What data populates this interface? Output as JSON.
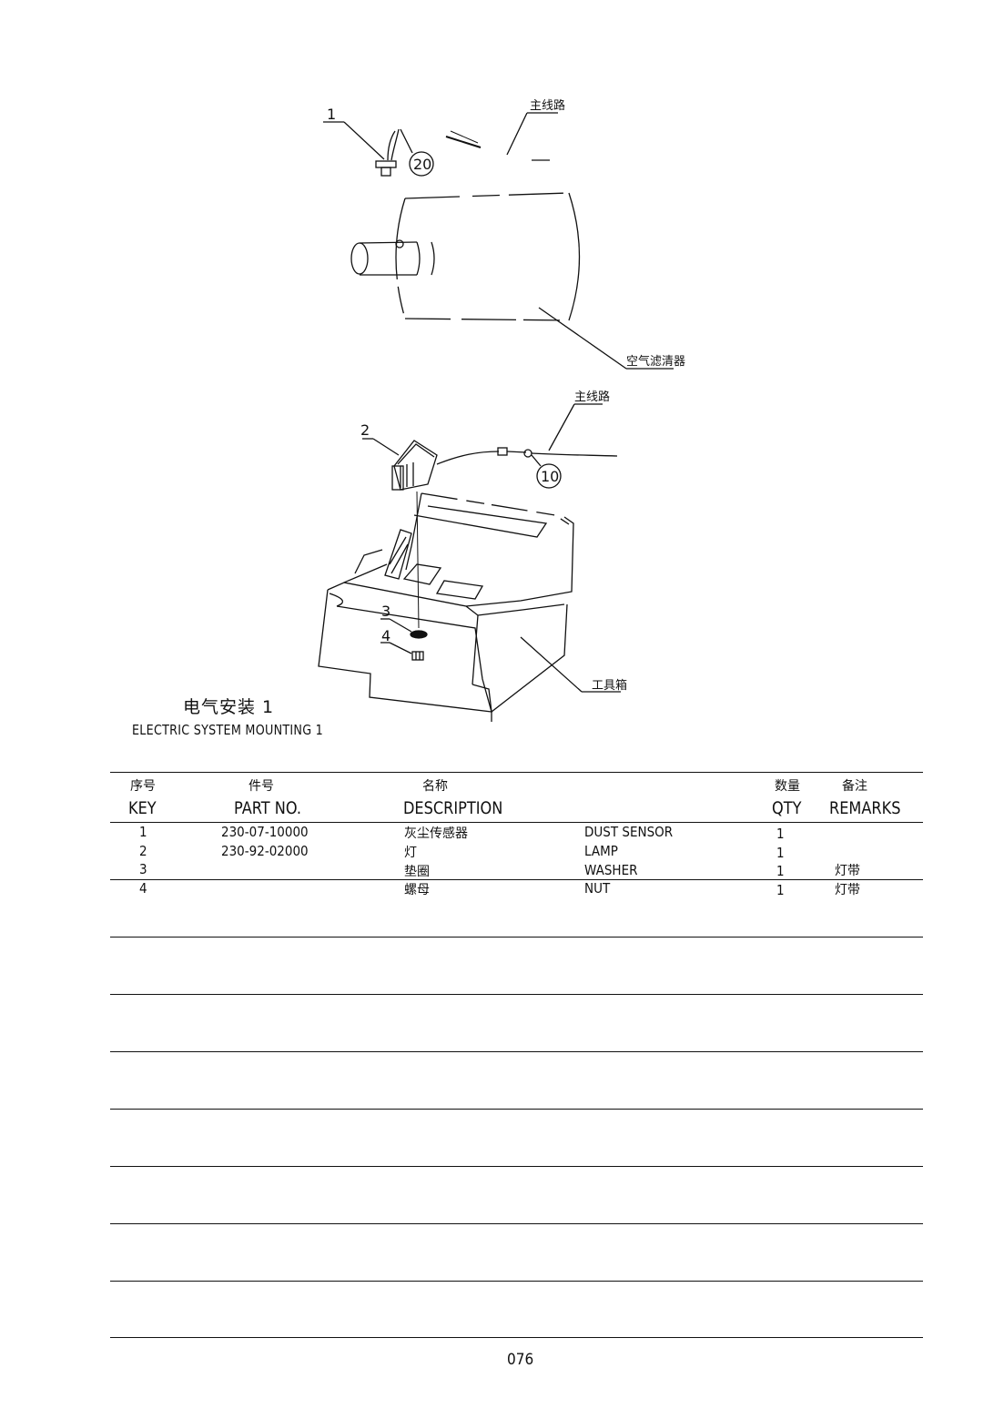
{
  "drawing": {
    "labels": {
      "main_circuit_top": "主线路",
      "air_filter": "空气滤清器",
      "main_circuit_mid": "主线路",
      "tool_box": "工具箱"
    },
    "callouts": [
      "1",
      "2",
      "3",
      "4"
    ],
    "ring_numbers": [
      "20",
      "10"
    ]
  },
  "title": {
    "cn": "电气安装 1",
    "en": "ELECTRIC SYSTEM MOUNTING 1"
  },
  "table": {
    "headers_cn": {
      "key": "序号",
      "part_no": "件号",
      "description": "名称",
      "qty": "数量",
      "remarks": "备注"
    },
    "headers_en": {
      "key": "KEY",
      "part_no": "PART NO.",
      "description": "DESCRIPTION",
      "qty": "QTY",
      "remarks": "REMARKS"
    },
    "rows": [
      {
        "key": "1",
        "part_no": "230-07-10000",
        "desc_cn": "灰尘传感器",
        "desc_en": "DUST SENSOR",
        "qty": "1",
        "remarks": ""
      },
      {
        "key": "2",
        "part_no": "230-92-02000",
        "desc_cn": "灯",
        "desc_en": "LAMP",
        "qty": "1",
        "remarks": ""
      },
      {
        "key": "3",
        "part_no": "",
        "desc_cn": "垫圈",
        "desc_en": "WASHER",
        "qty": "1",
        "remarks": "灯带"
      },
      {
        "key": "4",
        "part_no": "",
        "desc_cn": "螺母",
        "desc_en": "NUT",
        "qty": "1",
        "remarks": "灯带"
      }
    ]
  },
  "page_number": "076"
}
